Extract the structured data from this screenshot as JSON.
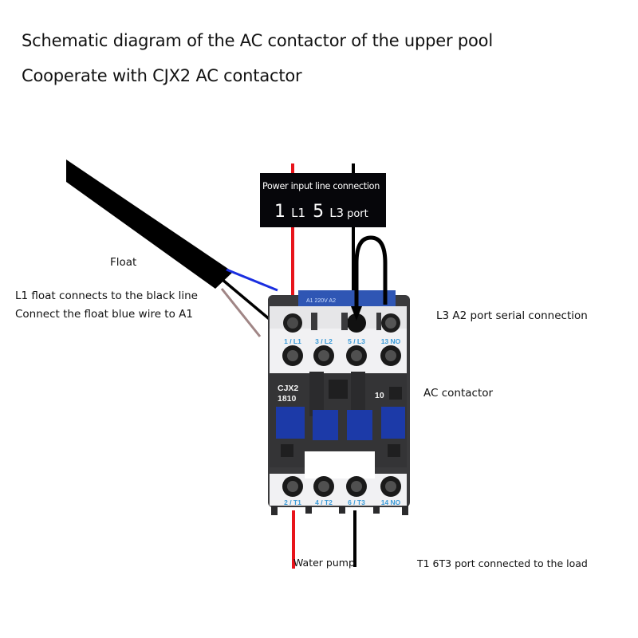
{
  "title": {
    "line1": "Schematic diagram of the AC contactor of the upper pool",
    "line2": "Cooperate with CJX2 AC contactor"
  },
  "power_box": {
    "title": "Power input line connection",
    "n1": "1",
    "l1": "L1",
    "n5": "5",
    "l3": "L3",
    "port": "port"
  },
  "labels": {
    "float": "Float",
    "l1_float": "L1 float connects to the black line",
    "blue_wire": "Connect the float blue wire to A1",
    "l3_a2": "L3 A2 port serial connection",
    "ac_contactor": "AC contactor",
    "water_pump": "Water pump",
    "load": "T1 6T3 port connected to the load"
  },
  "contactor": {
    "model": "CJX2",
    "rating": "1810",
    "aux": "10",
    "top_terminals": [
      "1 / L1",
      "3 / L2",
      "5 / L3",
      "13 NO"
    ],
    "bottom_terminals": [
      "2 / T1",
      "4 / T2",
      "6 / T3",
      "14 NO"
    ]
  },
  "colors": {
    "phase_wire": "#e8141b",
    "neutral_wire": "#000000",
    "float_blue": "#1a2ee0",
    "float_brown": "#a08585",
    "terminal_label": "#3b9bd8",
    "contactor_body": "#3a3a3c",
    "contactor_blue": "#1c3aa8"
  }
}
